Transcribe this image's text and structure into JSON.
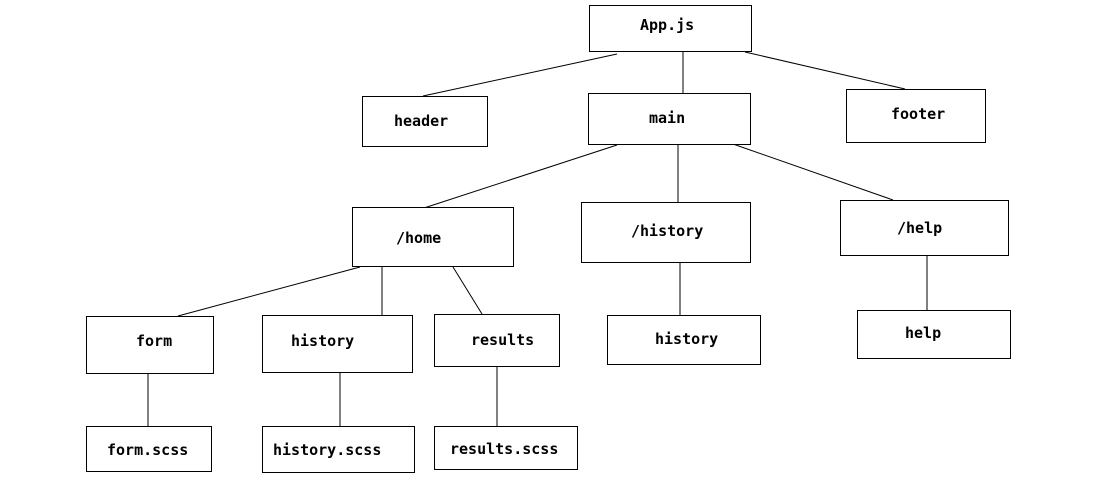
{
  "diagram": {
    "nodes": {
      "app": "App.js",
      "header": "header",
      "main": "main",
      "footer": "footer",
      "route_home": "/home",
      "route_history": "/history",
      "route_help": "/help",
      "home_form": "form",
      "home_history": "history",
      "home_results": "results",
      "history_component": "history",
      "help_component": "help",
      "form_scss": "form.scss",
      "history_scss": "history.scss",
      "results_scss": "results.scss"
    },
    "edges": [
      [
        "app",
        "header"
      ],
      [
        "app",
        "main"
      ],
      [
        "app",
        "footer"
      ],
      [
        "main",
        "route_home"
      ],
      [
        "main",
        "route_history"
      ],
      [
        "main",
        "route_help"
      ],
      [
        "route_home",
        "home_form"
      ],
      [
        "route_home",
        "home_history"
      ],
      [
        "route_home",
        "home_results"
      ],
      [
        "route_history",
        "history_component"
      ],
      [
        "route_help",
        "help_component"
      ],
      [
        "home_form",
        "form_scss"
      ],
      [
        "home_history",
        "history_scss"
      ],
      [
        "home_results",
        "results_scss"
      ]
    ]
  }
}
